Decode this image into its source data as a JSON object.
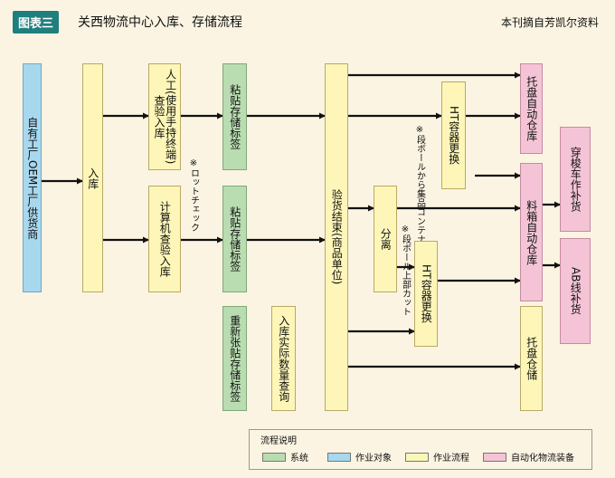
{
  "header": {
    "tag": "图表三",
    "title": "关西物流中心入库、存储流程",
    "source": "本刊摘自芳凯尔资料"
  },
  "nodes": {
    "oem_supplier": "自有工厂OEM工厂供货商",
    "inbound": "入库",
    "manual_inspect": "人工(使用手持终端)查验入库",
    "label_1": "粘贴存储标签",
    "computer_inspect": "计算机查验入库",
    "label_2": "粘贴存储标签",
    "relabel": "重新张贴存储标签",
    "qty_query": "入库实际数量查询",
    "inspect_end": "验货结束(商品单位)",
    "ht_change_1": "HT容器更换",
    "split": "分离",
    "ht_change_2": "HT容器更换",
    "pallet_auto": "托盘自动仓库",
    "box_auto": "料箱自动仓库",
    "pallet_storage": "托盘仓储",
    "shuttle_restock": "穿梭车作补货",
    "ab_restock": "AB线补货"
  },
  "notes": {
    "lot_check": "※ロットチェック",
    "collect_container": "※段ボールから集品コンテナへ",
    "top_cut": "※段ボール上部カット"
  },
  "legend": {
    "title": "流程说明",
    "items": [
      {
        "label": "系统",
        "color": "#b9dcb1"
      },
      {
        "label": "作业对象",
        "color": "#a8d8ee"
      },
      {
        "label": "作业流程",
        "color": "#fdf6b8"
      },
      {
        "label": "自动化物流装备",
        "color": "#f4c4d6"
      }
    ]
  }
}
